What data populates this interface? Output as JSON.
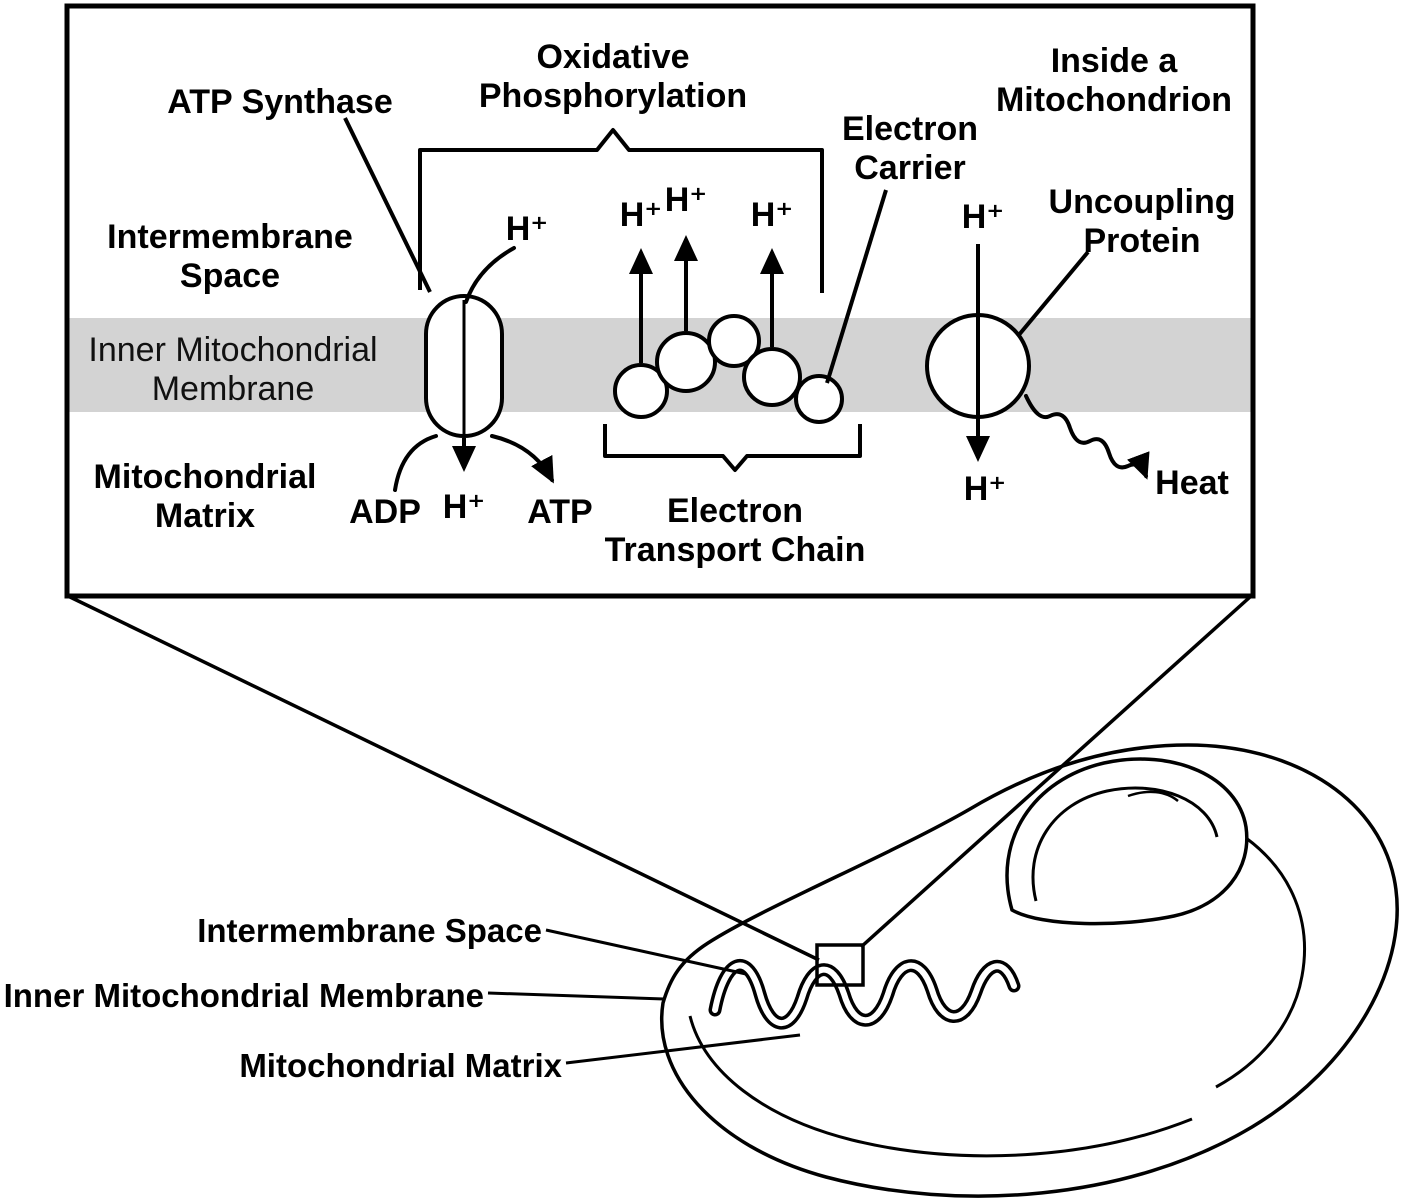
{
  "colors": {
    "background": "#ffffff",
    "stroke": "#000000",
    "membrane_fill": "#d3d3d3",
    "shape_fill": "#ffffff"
  },
  "inset": {
    "atp_synthase": "ATP Synthase",
    "oxidative_phosphorylation": "Oxidative\nPhosphorylation",
    "inside_a_mitochondrion": "Inside a\nMitochondrion",
    "electron_carrier": "Electron\nCarrier",
    "uncoupling_protein": "Uncoupling\nProtein",
    "intermembrane_space": "Intermembrane\nSpace",
    "inner_mitochondrial_membrane": "Inner Mitochondrial\nMembrane",
    "mitochondrial_matrix": "Mitochondrial\nMatrix",
    "adp": "ADP",
    "atp": "ATP",
    "h_plus": "H⁺",
    "electron_transport_chain": "Electron\nTransport Chain",
    "heat": "Heat"
  },
  "mitochondrion": {
    "intermembrane_space": "Intermembrane Space",
    "inner_mitochondrial_membrane": "Inner Mitochondrial Membrane",
    "mitochondrial_matrix": "Mitochondrial Matrix"
  }
}
